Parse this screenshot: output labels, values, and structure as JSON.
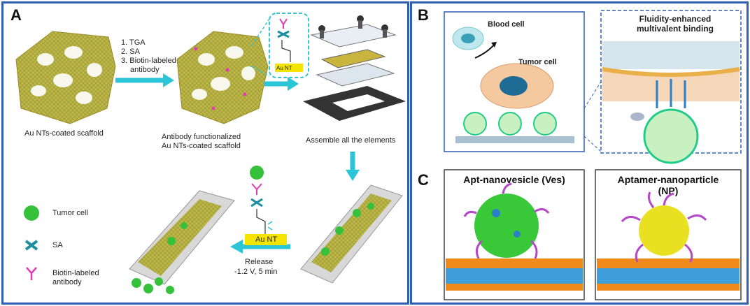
{
  "panel_a": {
    "label": "A",
    "steps": [
      "1. TGA",
      "2. SA",
      "3. Biotin-labeled",
      "antibody"
    ],
    "caption_scaffold": "Au NTs-coated scaffold",
    "caption_functionalized_1": "Antibody functionalized",
    "caption_functionalized_2": "Au NTs-coated scaffold",
    "caption_assemble": "Assemble all the elements",
    "au_nt": "Au NT",
    "release_1": "Release",
    "release_2": "-1.2 V, 5 min",
    "legend": {
      "tumor_cell": "Tumor cell",
      "sa": "SA",
      "antibody_1": "Biotin-labeled",
      "antibody_2": "antibody"
    }
  },
  "panel_b": {
    "label": "B",
    "blood_cell": "Blood cell",
    "tumor_cell": "Tumor cell",
    "zoom_title_1": "Fluidity-enhanced",
    "zoom_title_2": "multivalent binding"
  },
  "panel_c": {
    "label": "C",
    "ves_title": "Apt-nanovesicle (Ves)",
    "np_title_1": "Aptamer-nanoparticle",
    "np_title_2": "(NP)"
  },
  "colors": {
    "border": "#2f5fb0",
    "arrow": "#2cc5d8",
    "scaffold": "#c9b53e",
    "tumor": "#35c23a",
    "sa": "#1b8fa0",
    "antibody": "#e03bb5",
    "membrane_orange": "#f08a1a",
    "membrane_blue": "#3e9fd8"
  }
}
